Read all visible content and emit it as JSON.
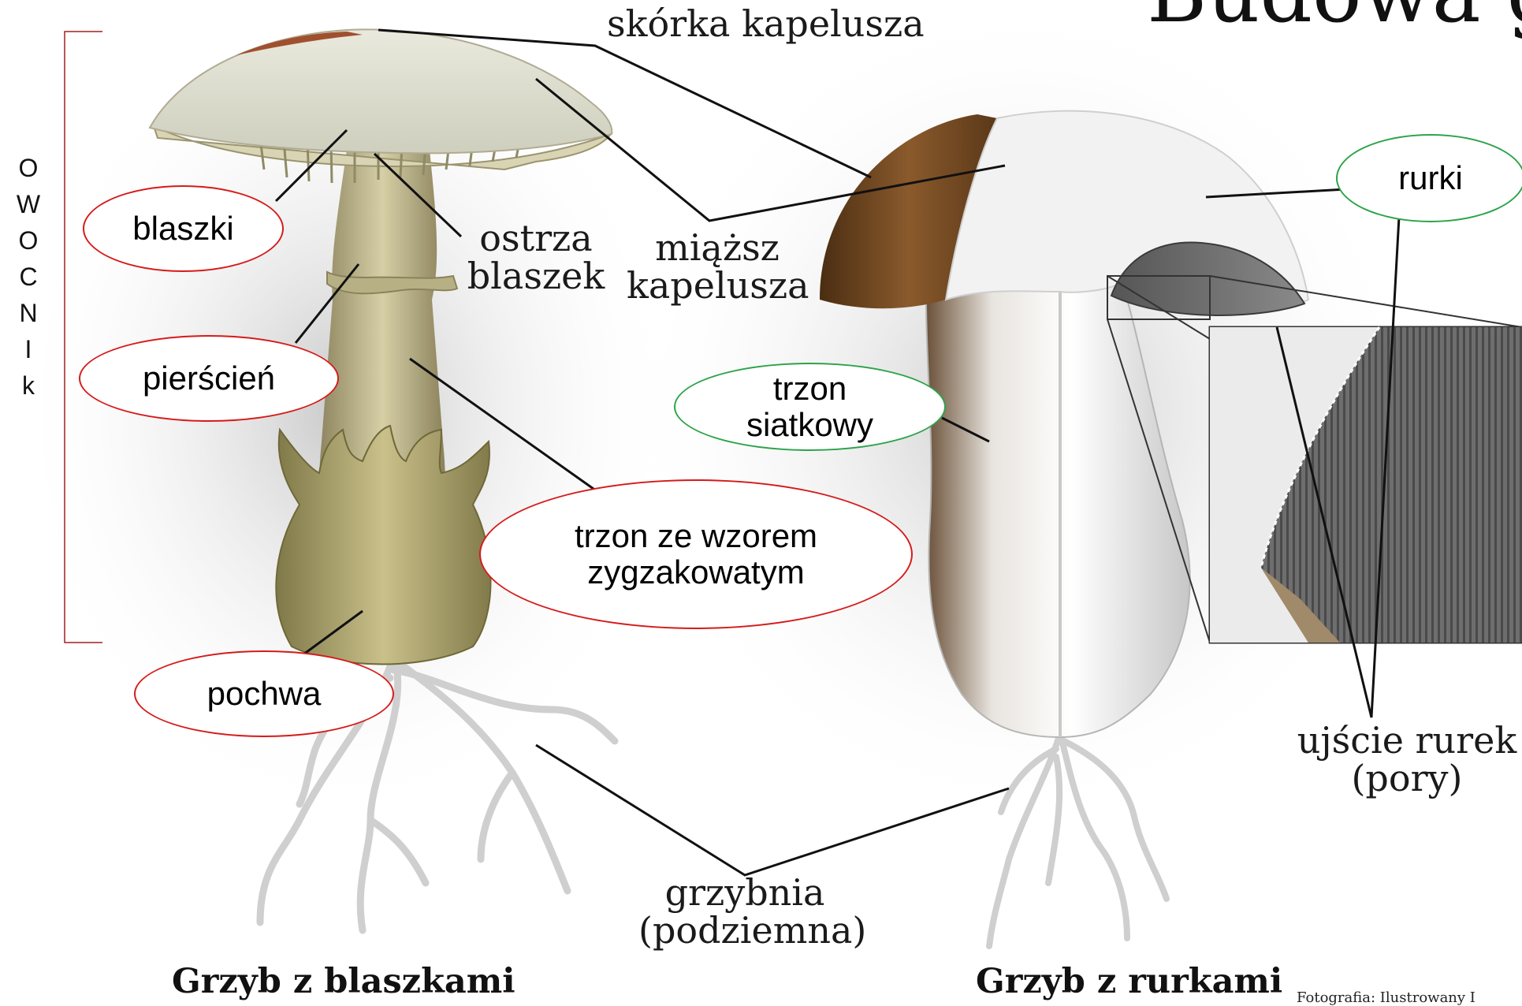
{
  "title": "Budowa g",
  "bracket_label": [
    "O",
    "W",
    "O",
    "C",
    "N",
    "I",
    "k"
  ],
  "labels": {
    "skorka": "skórka kapelusza",
    "ostrza_1": "ostrza",
    "ostrza_2": "blaszek",
    "miazsz_1": "miąższ",
    "miazsz_2": "kapelusza",
    "ujscie_1": "ujście rurek",
    "ujscie_2": "(pory)",
    "grzybnia_1": "grzybnia",
    "grzybnia_2": "(podziemna)"
  },
  "ovals": {
    "blaszki": "blaszki",
    "pierscien": "pierścień",
    "pochwa": "pochwa",
    "trzon_zyg_1": "trzon ze wzorem",
    "trzon_zyg_2": "zygzakowatym",
    "trzon_siat_1": "trzon",
    "trzon_siat_2": "siatkowy",
    "rurki": "rurki"
  },
  "captions": {
    "left": "Grzyb z blaszkami",
    "right": "Grzyb z rurkami"
  },
  "credit": "Fotografia: Ilustrowany I",
  "colors": {
    "red_oval": "#d61a1a",
    "green_oval": "#2ca34a"
  }
}
